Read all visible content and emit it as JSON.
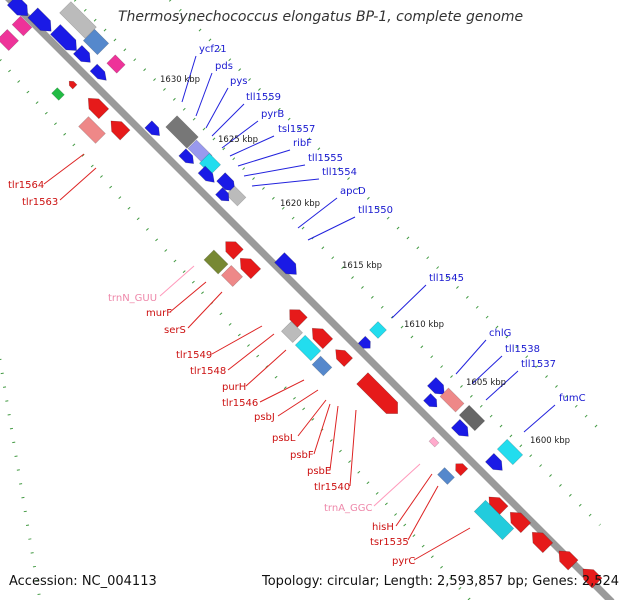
{
  "title": "Thermosynechococcus elongatus BP-1, complete genome",
  "accession": "Accession: NC_004113",
  "summary": "Topology: circular; Length: 2,593,857 bp; Genes: 2,524",
  "colors": {
    "backbone": "#888888",
    "forward_gene": "#1a1ae6",
    "reverse_gene": "#e61a1a",
    "trna": "#ff99bb",
    "gc_marks": "#228822"
  },
  "scale_ticks": [
    {
      "label": "1630 kbp"
    },
    {
      "label": "1625 kbp"
    },
    {
      "label": "1620 kbp"
    },
    {
      "label": "1615 kbp"
    },
    {
      "label": "1610 kbp"
    },
    {
      "label": "1605 kbp"
    },
    {
      "label": "1600 kbp"
    }
  ],
  "forward_labels": [
    {
      "name": "ycf21"
    },
    {
      "name": "pds"
    },
    {
      "name": "pys"
    },
    {
      "name": "tll1559"
    },
    {
      "name": "pyrB"
    },
    {
      "name": "tsl1557"
    },
    {
      "name": "ribF"
    },
    {
      "name": "tll1555"
    },
    {
      "name": "tll1554"
    },
    {
      "name": "apcD"
    },
    {
      "name": "tll1550"
    },
    {
      "name": "tll1545"
    },
    {
      "name": "chlG"
    },
    {
      "name": "tll1538"
    },
    {
      "name": "tll1537"
    },
    {
      "name": "fumC"
    }
  ],
  "reverse_labels": [
    {
      "name": "tlr1564"
    },
    {
      "name": "tlr1563"
    },
    {
      "name": "trnN_GUU"
    },
    {
      "name": "murF"
    },
    {
      "name": "serS"
    },
    {
      "name": "tlr1549"
    },
    {
      "name": "tlr1548"
    },
    {
      "name": "purH"
    },
    {
      "name": "tlr1546"
    },
    {
      "name": "psbJ"
    },
    {
      "name": "psbL"
    },
    {
      "name": "psbF"
    },
    {
      "name": "psbE"
    },
    {
      "name": "tlr1540"
    },
    {
      "name": "trnA_GGC"
    },
    {
      "name": "hisH"
    },
    {
      "name": "tsr1535"
    },
    {
      "name": "pyrC"
    }
  ]
}
